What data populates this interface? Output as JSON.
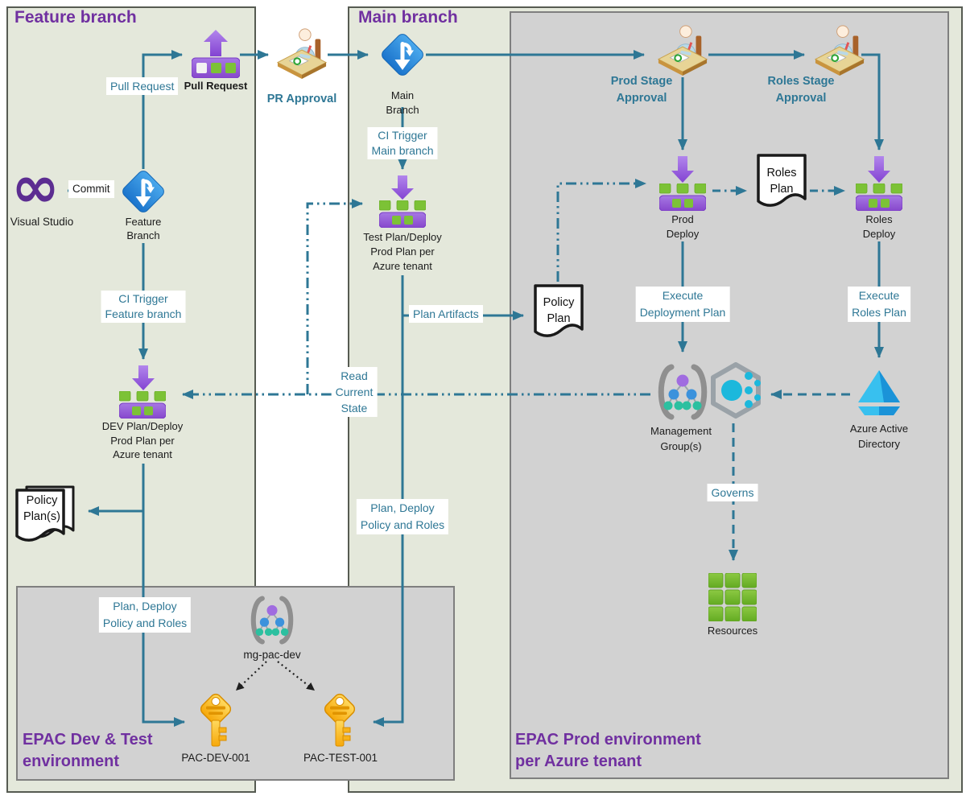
{
  "containers": {
    "feature_branch": {
      "title": "Feature branch"
    },
    "main_branch": {
      "title": "Main branch"
    },
    "epac_prod": {
      "title": [
        "EPAC Prod environment",
        "per Azure tenant"
      ]
    },
    "epac_dev_test": {
      "title": [
        "EPAC Dev & Test",
        "environment"
      ]
    }
  },
  "nodes": {
    "pull_request": {
      "label": "Pull Request",
      "icon": "pipeline-up-arrow-icon"
    },
    "pr_approval": {
      "label": "PR Approval",
      "icon": "approval-desk-icon"
    },
    "main_branch": {
      "label": [
        "Main",
        "Branch"
      ],
      "icon": "git-branch-icon"
    },
    "test_plan_deploy": {
      "label": [
        "Test Plan/Deploy",
        "Prod Plan per",
        "Azure tenant"
      ],
      "icon": "pipeline-deploy-icon"
    },
    "policy_plan": {
      "label": [
        "Policy",
        "Plan"
      ],
      "icon": "document-icon"
    },
    "prod_stage_approval": {
      "label": [
        "Prod Stage",
        "Approval"
      ],
      "icon": "approval-desk-icon"
    },
    "roles_stage_approval": {
      "label": [
        "Roles Stage",
        "Approval"
      ],
      "icon": "approval-desk-icon"
    },
    "prod_deploy": {
      "label": [
        "Prod",
        "Deploy"
      ],
      "icon": "pipeline-deploy-icon"
    },
    "roles_plan": {
      "label": [
        "Roles",
        "Plan"
      ],
      "icon": "document-icon"
    },
    "roles_deploy": {
      "label": [
        "Roles",
        "Deploy"
      ],
      "icon": "pipeline-deploy-icon"
    },
    "management_groups": {
      "label": [
        "Management",
        "Group(s)"
      ],
      "icon": "management-group-icon"
    },
    "resource_hexagon": {
      "label": "",
      "icon": "azure-resource-hexagon-icon"
    },
    "azure_ad": {
      "label": [
        "Azure Active",
        "Directory"
      ],
      "icon": "azure-ad-pyramid-icon"
    },
    "resources": {
      "label": "Resources",
      "icon": "resources-grid-icon"
    },
    "visual_studio": {
      "label": "Visual Studio",
      "icon": "visual-studio-infinity-icon",
      "glyph": "∞"
    },
    "feature_branch_node": {
      "label": [
        "Feature",
        "Branch"
      ],
      "icon": "git-branch-icon"
    },
    "dev_plan_deploy": {
      "label": [
        "DEV Plan/Deploy",
        "Prod Plan per",
        "Azure tenant"
      ],
      "icon": "pipeline-deploy-icon"
    },
    "policy_plans": {
      "label": [
        "Policy",
        "Plan(s)"
      ],
      "icon": "documents-stacked-icon"
    },
    "mg_pac_dev": {
      "label": "mg-pac-dev",
      "icon": "management-group-icon"
    },
    "pac_dev": {
      "label": "PAC-DEV-001",
      "icon": "key-icon"
    },
    "pac_test": {
      "label": "PAC-TEST-001",
      "icon": "key-icon"
    }
  },
  "edge_labels": {
    "pull_request": "Pull Request",
    "commit": "Commit",
    "ci_trigger_main": [
      "CI Trigger",
      "Main branch"
    ],
    "ci_trigger_feature": [
      "CI Trigger",
      "Feature branch"
    ],
    "plan_artifacts": "Plan Artifacts",
    "read_current_state": [
      "Read",
      "Current",
      "State"
    ],
    "execute_deployment_plan": [
      "Execute",
      "Deployment Plan"
    ],
    "execute_roles_plan": [
      "Execute",
      "Roles Plan"
    ],
    "governs": "Governs",
    "plan_deploy_policy_roles_main": [
      "Plan, Deploy",
      "Policy and Roles"
    ],
    "plan_deploy_policy_roles_dev": [
      "Plan, Deploy",
      "Policy and Roles"
    ]
  },
  "colors": {
    "container_fill": "#e4e8db",
    "inner_box_fill": "#d2d2d2",
    "connector_teal": "#2e7795",
    "title_purple": "#7030a0",
    "pipeline_purple": "#8f4fd2",
    "pipeline_green": "#7cc236",
    "branch_blue": "#2e8ae0",
    "key_yellow": "#f9b916",
    "resources_green": "#6fb12c",
    "azure_ad_blue": "#38c0ef",
    "doc_border": "#1a1a1a"
  }
}
